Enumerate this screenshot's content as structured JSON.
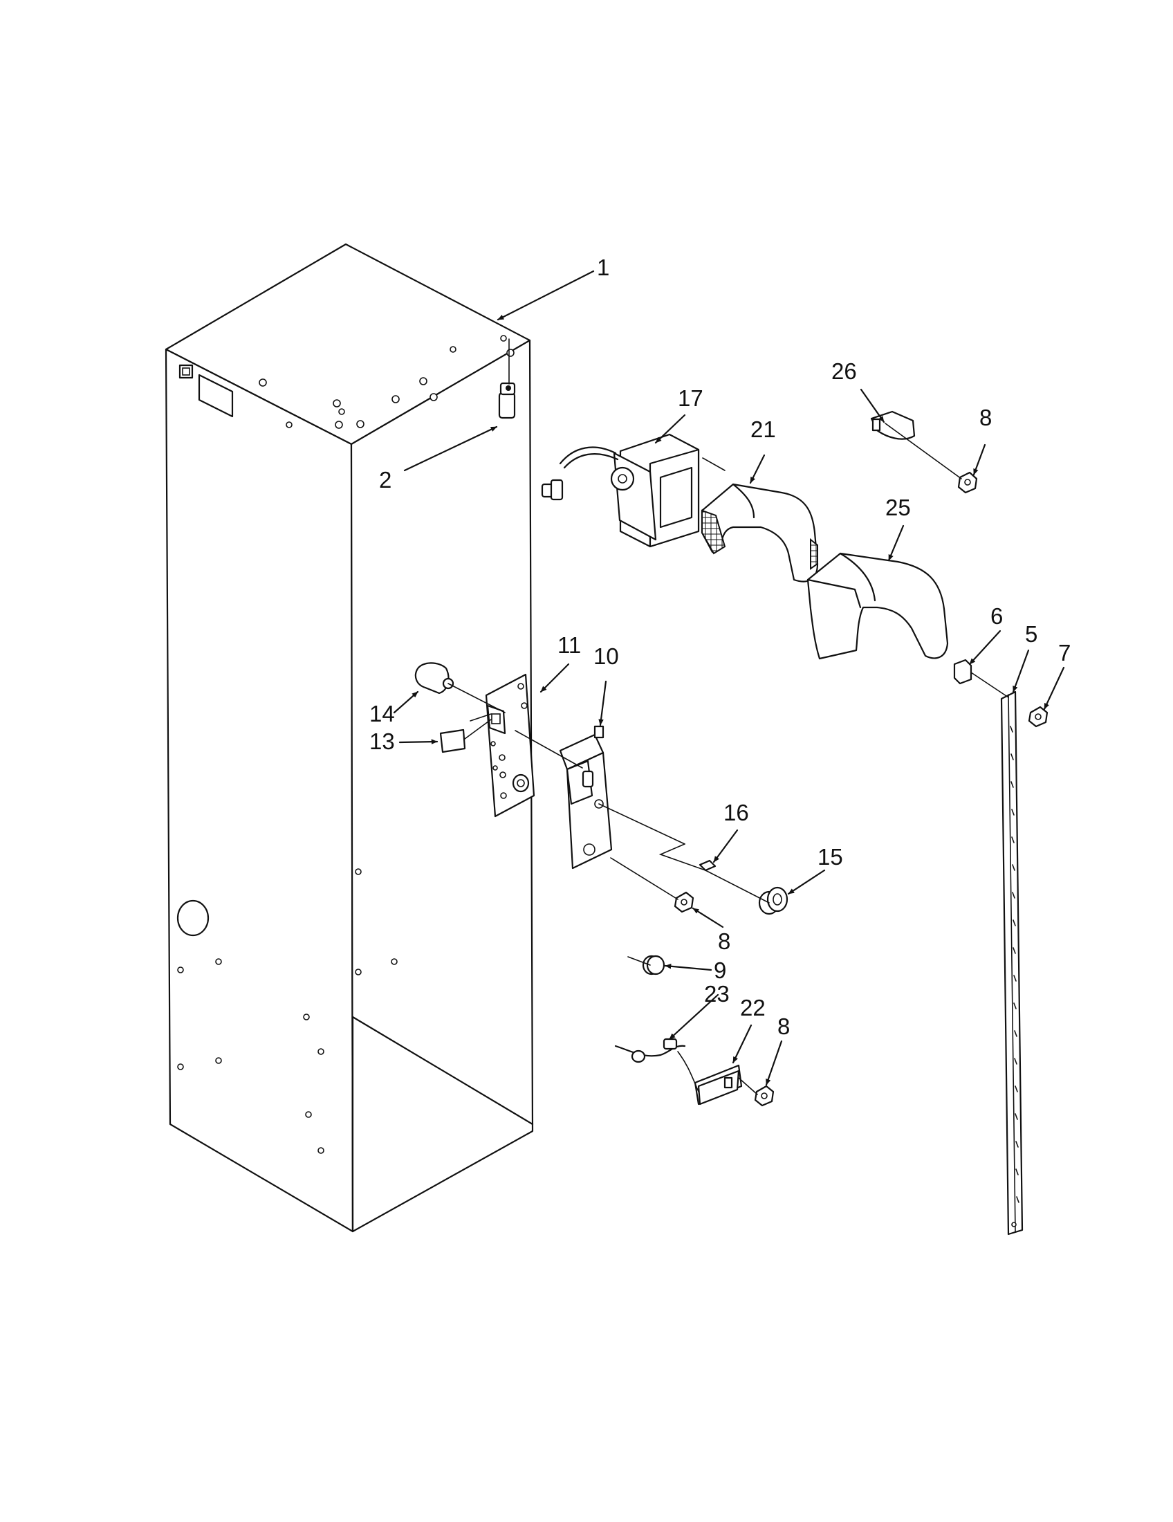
{
  "callouts": [
    {
      "id": "1",
      "label": "1"
    },
    {
      "id": "2",
      "label": "2"
    },
    {
      "id": "5",
      "label": "5"
    },
    {
      "id": "6",
      "label": "6"
    },
    {
      "id": "7",
      "label": "7"
    },
    {
      "id": "8a",
      "label": "8"
    },
    {
      "id": "8b",
      "label": "8"
    },
    {
      "id": "8c",
      "label": "8"
    },
    {
      "id": "9",
      "label": "9"
    },
    {
      "id": "10",
      "label": "10"
    },
    {
      "id": "11",
      "label": "11"
    },
    {
      "id": "13",
      "label": "13"
    },
    {
      "id": "14",
      "label": "14"
    },
    {
      "id": "15",
      "label": "15"
    },
    {
      "id": "16",
      "label": "16"
    },
    {
      "id": "17",
      "label": "17"
    },
    {
      "id": "21",
      "label": "21"
    },
    {
      "id": "22",
      "label": "22"
    },
    {
      "id": "23",
      "label": "23"
    },
    {
      "id": "25",
      "label": "25"
    },
    {
      "id": "26",
      "label": "26"
    }
  ]
}
